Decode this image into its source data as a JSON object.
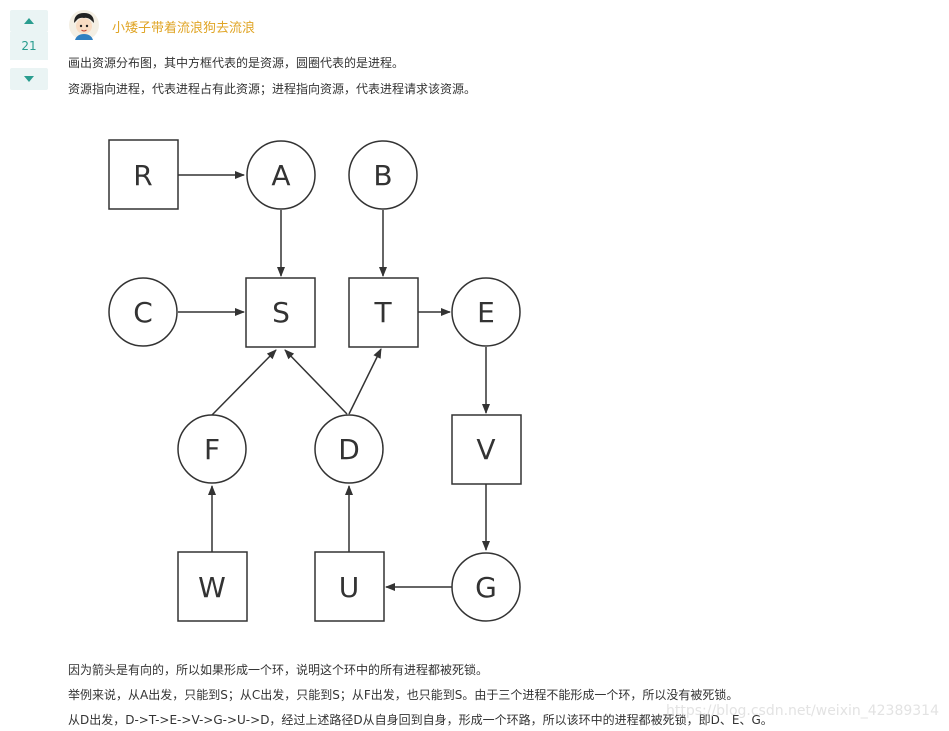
{
  "vote": {
    "count": "21"
  },
  "author": {
    "name": "小矮子带着流浪狗去流浪"
  },
  "intro": {
    "line1": "画出资源分布图，其中方框代表的是资源，圆圈代表的是进程。",
    "line2": "资源指向进程，代表进程占有此资源；进程指向资源，代表进程请求该资源。"
  },
  "diagram": {
    "nodes": {
      "R": "R",
      "A": "A",
      "B": "B",
      "C": "C",
      "S": "S",
      "T": "T",
      "E": "E",
      "F": "F",
      "D": "D",
      "V": "V",
      "W": "W",
      "U": "U",
      "G": "G"
    }
  },
  "explanation": {
    "line1": "因为箭头是有向的，所以如果形成一个环，说明这个环中的所有进程都被死锁。",
    "line2": "举例来说，从A出发，只能到S；从C出发，只能到S；从F出发，也只能到S。由于三个进程不能形成一个环，所以没有被死锁。",
    "line3": "从D出发，D->T->E->V->G->U->D，经过上述路径D从自身回到自身，形成一个环路，所以该环中的进程都被死锁，即D、E、G。"
  },
  "watermark": "https://blog.csdn.net/weixin_42389314",
  "colors": {
    "accent": "#2a9d8f",
    "author": "#e0a526"
  }
}
